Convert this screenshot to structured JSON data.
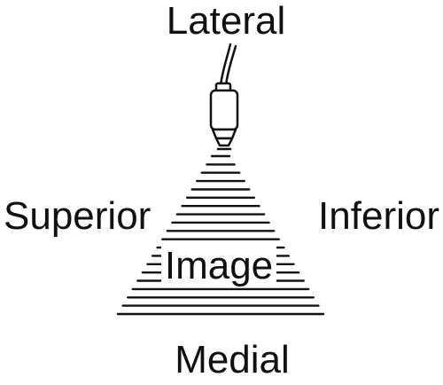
{
  "labels": {
    "top": "Lateral",
    "left": "Superior",
    "right": "Inferior",
    "center": "Image",
    "bottom": "Medial"
  },
  "colors": {
    "ink": "#111111",
    "background": "#ffffff"
  },
  "icons": {
    "probe": "ultrasound-transducer-icon",
    "beam": "ultrasound-beam-fan"
  }
}
